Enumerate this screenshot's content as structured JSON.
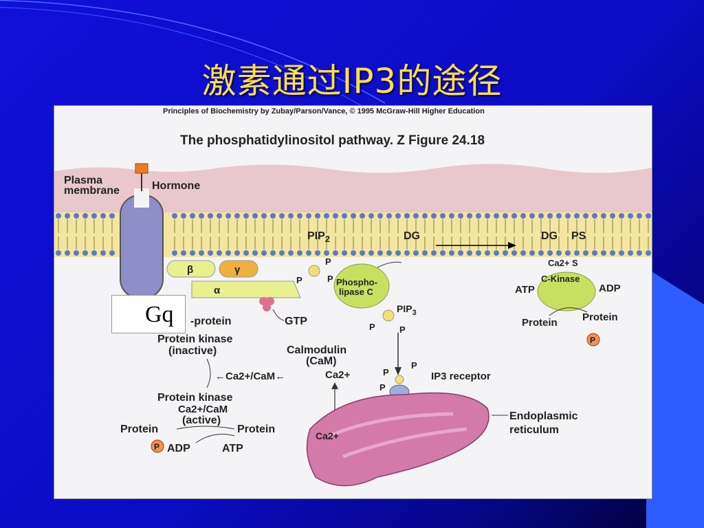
{
  "slide": {
    "title": "激素通过IP3的途径",
    "overlay_label": "Gq"
  },
  "figure": {
    "credit": "Principles of Biochemistry by Zubay/Parson/Vance, © 1995 McGraw-Hill Higher Education",
    "caption": "The phosphatidylinositol pathway.  Z Figure 24.18",
    "labels": {
      "plasma_membrane_1": "Plasma",
      "plasma_membrane_2": "membrane",
      "hormone": "Hormone",
      "beta": "β",
      "gamma": "γ",
      "alpha": "α",
      "g_protein": "-protein",
      "gtp": "GTP",
      "pip2": "PIP",
      "pip2_sub": "2",
      "dg": "DG",
      "dg2": "DG",
      "ps": "PS",
      "p": "P",
      "phospholipase_1": "Phospho-",
      "phospholipase_2": "lipase C",
      "ip3": "IP",
      "ip3_sub": "3",
      "ca_s": "Ca2+ S",
      "c_kinase": "C-Kinase",
      "atp": "ATP",
      "adp": "ADP",
      "protein": "Protein",
      "protein_kinase_inactive_1": "Protein kinase",
      "protein_kinase_inactive_2": "(inactive)",
      "calmodulin_1": "Calmodulin",
      "calmodulin_2": "(CaM)",
      "ca_cam": "←Ca2+/CaM←",
      "ca2": "Ca2+",
      "protein_kinase_active_1": "Protein kinase",
      "protein_kinase_active_2": "Ca2+/CaM",
      "protein_kinase_active_3": "(active)",
      "ip3_receptor": "IP3 receptor",
      "er_1": "Endoplasmic",
      "er_2": "reticulum"
    }
  },
  "colors": {
    "title": "#ffe040",
    "background": "#0c0cc4",
    "membrane": "#e8c8cc",
    "lipid": "#f2e6a0",
    "er": "#d37aa8"
  }
}
